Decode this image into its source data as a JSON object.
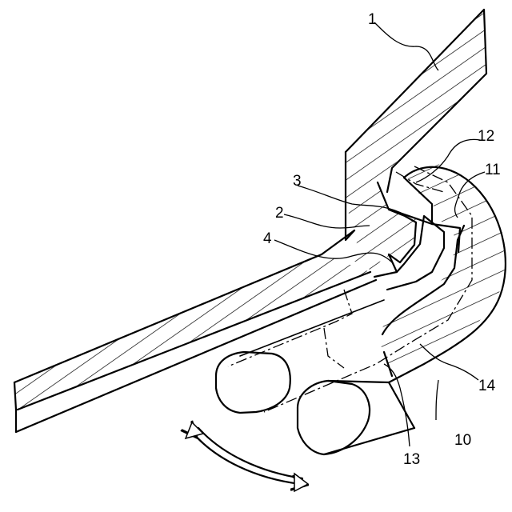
{
  "figure": {
    "labels": {
      "l1": "1",
      "l2": "2",
      "l3": "3",
      "l4": "4",
      "l10": "10",
      "l11": "11",
      "l12": "12",
      "l13": "13",
      "l14": "14"
    }
  }
}
